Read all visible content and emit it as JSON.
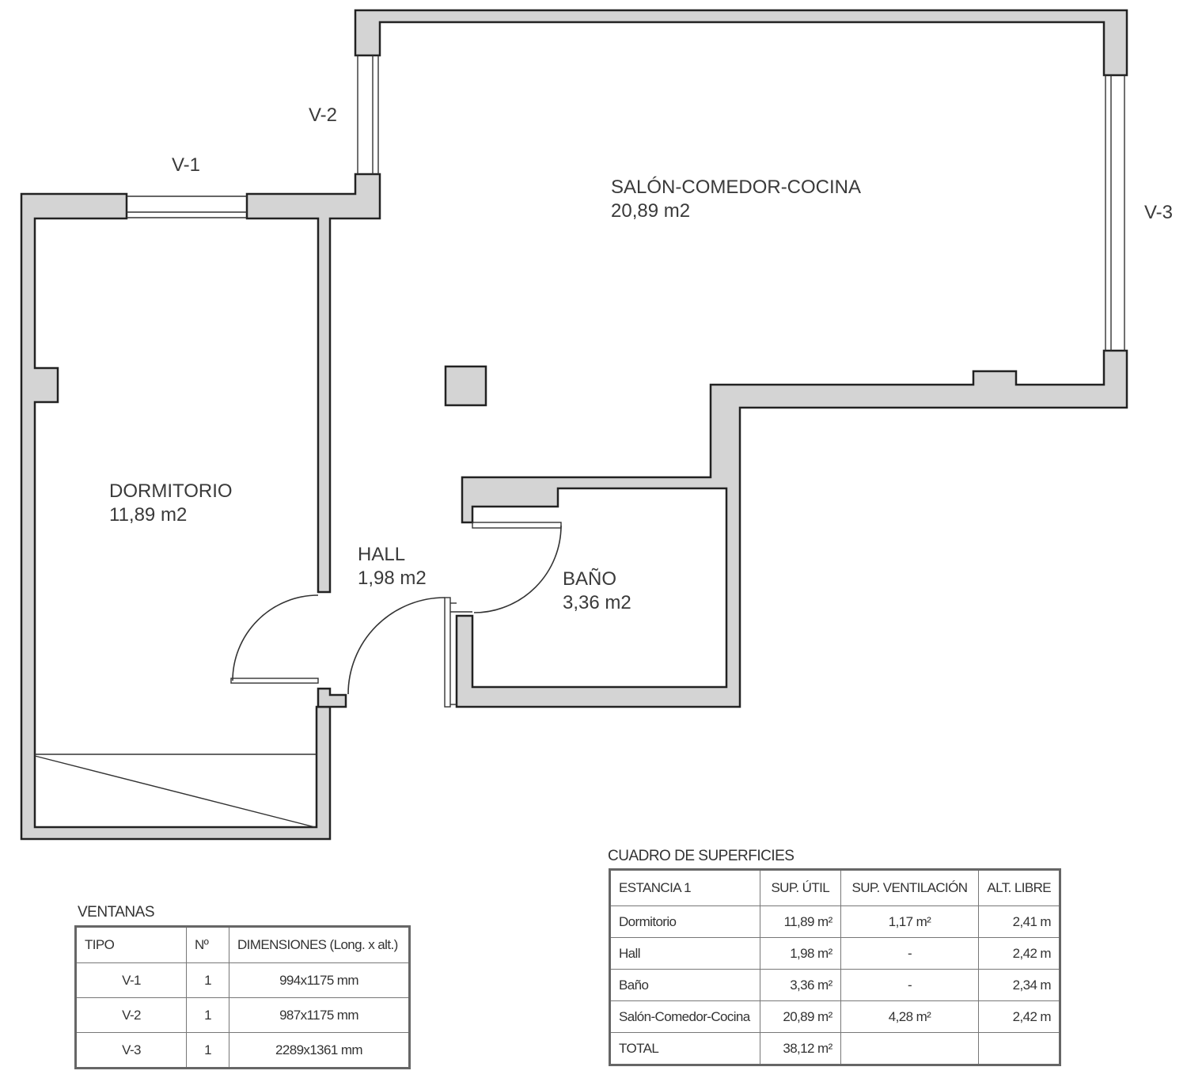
{
  "rooms": {
    "salon": {
      "name": "SALÓN-COMEDOR-COCINA",
      "area": "20,89 m2"
    },
    "dormitorio": {
      "name": "DORMITORIO",
      "area": "11,89 m2"
    },
    "hall": {
      "name": "HALL",
      "area": "1,98 m2"
    },
    "bano": {
      "name": "BAÑO",
      "area": "3,36 m2"
    }
  },
  "windows_labels": {
    "v1": "V-1",
    "v2": "V-2",
    "v3": "V-3"
  },
  "ventanas": {
    "title": "VENTANAS",
    "headers": [
      "TIPO",
      "Nº",
      "DIMENSIONES (Long. x alt.)"
    ],
    "rows": [
      [
        "V-1",
        "1",
        "994x1175 mm"
      ],
      [
        "V-2",
        "1",
        "987x1175 mm"
      ],
      [
        "V-3",
        "1",
        "2289x1361 mm"
      ]
    ]
  },
  "superficies": {
    "title": "CUADRO DE SUPERFICIES",
    "headers": [
      "ESTANCIA 1",
      "SUP. ÚTIL",
      "SUP. VENTILACIÓN",
      "ALT. LIBRE"
    ],
    "rows": [
      [
        "Dormitorio",
        "11,89 m²",
        "1,17 m²",
        "2,41 m"
      ],
      [
        "Hall",
        "1,98 m²",
        "-",
        "2,42 m"
      ],
      [
        "Baño",
        "3,36 m²",
        "-",
        "2,34 m"
      ],
      [
        "Salón-Comedor-Cocina",
        "20,89 m²",
        "4,28 m²",
        "2,42 m"
      ],
      [
        "TOTAL",
        "38,12 m²",
        "",
        ""
      ]
    ]
  }
}
